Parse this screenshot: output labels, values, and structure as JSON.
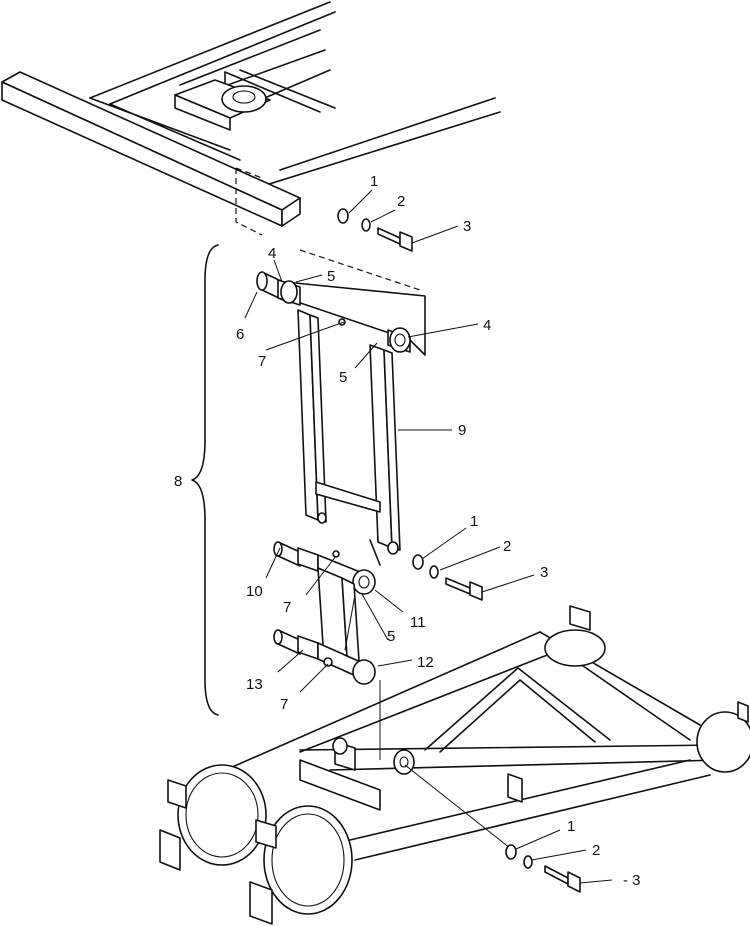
{
  "diagram": {
    "callouts": {
      "c1a": "1",
      "c2a": "2",
      "c3a": "3",
      "c4a": "4",
      "c5a": "5",
      "c6": "6",
      "c7a": "7",
      "c4b": "4",
      "c5b": "5",
      "c9": "9",
      "c8": "8",
      "c1b": "1",
      "c2b": "2",
      "c3b": "3",
      "c10": "10",
      "c7b": "7",
      "c11": "11",
      "c5c": "5",
      "c13": "13",
      "c12": "12",
      "c7c": "7",
      "c1c": "1",
      "c2c": "2",
      "c3c": "- 3"
    }
  }
}
